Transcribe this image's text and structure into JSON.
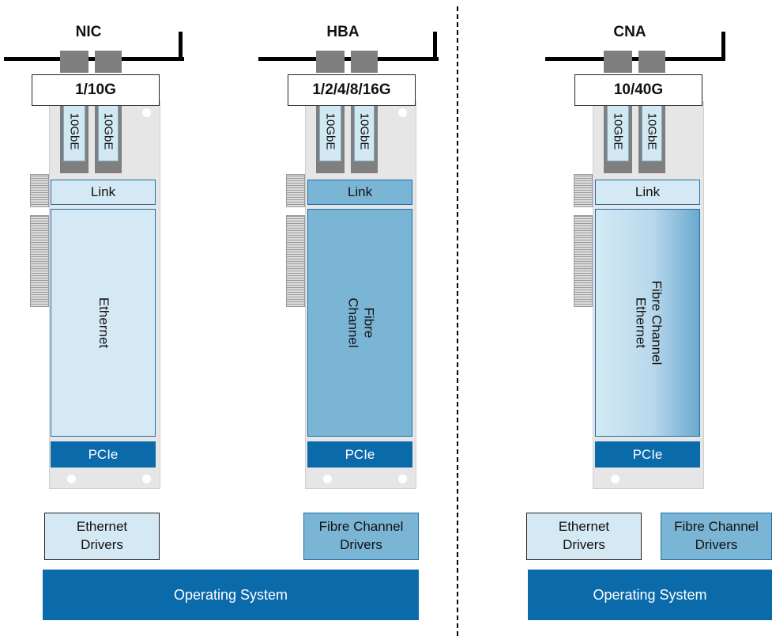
{
  "nic": {
    "title": "NIC",
    "speed": "1/10G",
    "port_label": "10GbE",
    "link": "Link",
    "protocol": "Ethernet",
    "bus": "PCIe",
    "driver": [
      "Ethernet",
      "Drivers"
    ]
  },
  "hba": {
    "title": "HBA",
    "speed": "1/2/4/8/16G",
    "port_label": "10GbE",
    "link": "Link",
    "protocol": [
      "Fibre",
      "Channel"
    ],
    "bus": "PCIe",
    "driver": [
      "Fibre Channel",
      "Drivers"
    ]
  },
  "cna": {
    "title": "CNA",
    "speed": "10/40G",
    "port_label": "10GbE",
    "link": "Link",
    "protocol": [
      "Fibre Channel",
      "Ethernet"
    ],
    "bus": "PCIe",
    "drivers": [
      [
        "Ethernet",
        "Drivers"
      ],
      [
        "Fibre Channel",
        "Drivers"
      ]
    ]
  },
  "os_left": "Operating System",
  "os_right": "Operating System",
  "colors": {
    "dark_blue": "#0a6aaa",
    "mid_blue": "#7bb5d6",
    "light_blue": "#d4e9f4"
  }
}
